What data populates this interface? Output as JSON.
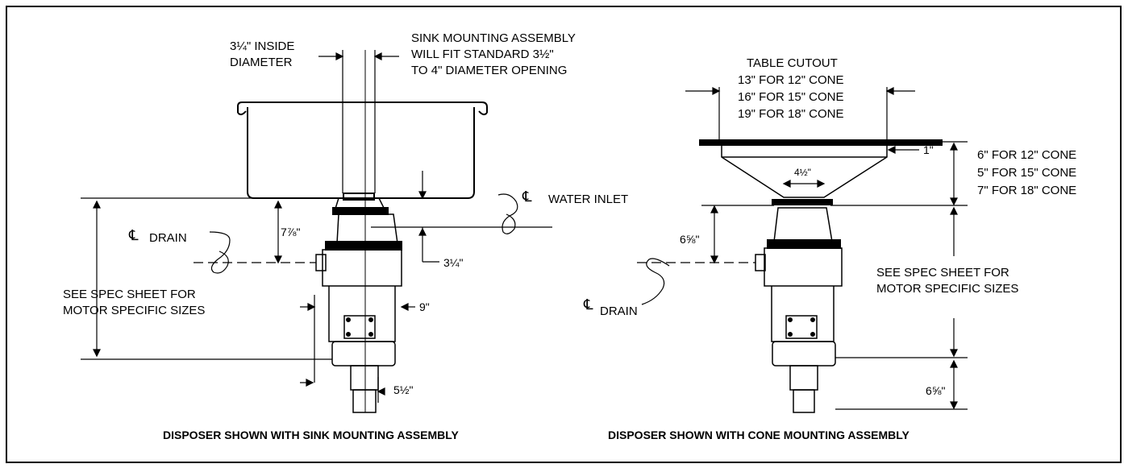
{
  "left": {
    "inside_diameter": [
      "3¼\" INSIDE",
      "DIAMETER"
    ],
    "sink_note": [
      "SINK MOUNTING ASSEMBLY",
      "WILL FIT STANDARD 3½\"",
      "TO 4\" DIAMETER OPENING"
    ],
    "water_inlet": "WATER INLET",
    "drain": "DRAIN",
    "dim_height_inlet": "7⅞\"",
    "dim_inlet_offset": "3¼\"",
    "spec_note": [
      "SEE SPEC SHEET FOR",
      "MOTOR SPECIFIC SIZES"
    ],
    "dim_width": "9\"",
    "dim_base": "5½\"",
    "caption": "DISPOSER SHOWN WITH SINK MOUNTING ASSEMBLY"
  },
  "right": {
    "table_cutout": [
      "TABLE CUTOUT",
      "13\" FOR 12\" CONE",
      "16\" FOR 15\" CONE",
      "19\" FOR 18\" CONE"
    ],
    "dim_flange": "1\"",
    "cone_heights": [
      "6\" FOR 12\" CONE",
      "5\" FOR 15\" CONE",
      "7\" FOR 18\" CONE"
    ],
    "dim_cone_neck": "4½\"",
    "dim_drain_height": "6⅝\"",
    "drain": "DRAIN",
    "spec_note": [
      "SEE SPEC SHEET FOR",
      "MOTOR SPECIFIC SIZES"
    ],
    "dim_bottom": "6⅝\"",
    "caption": "DISPOSER SHOWN WITH CONE MOUNTING ASSEMBLY"
  },
  "centerline_symbol": "℄"
}
